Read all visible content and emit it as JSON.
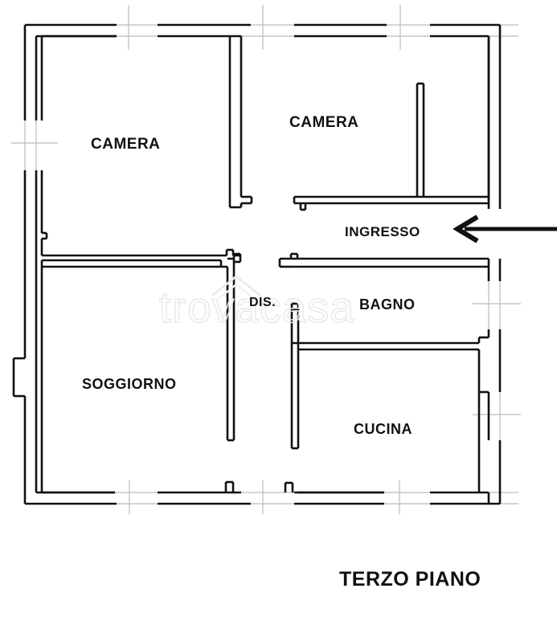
{
  "document": {
    "type": "floor-plan",
    "title": "TERZO PIANO",
    "language": "it"
  },
  "watermark": {
    "text": "trovacasa",
    "color": "#e9e9e9",
    "icon": "house-outline-icon"
  },
  "colors": {
    "wall": "#111111",
    "background": "#ffffff",
    "axis_line": "#b5b5b5",
    "label_text": "#111111",
    "watermark": "#e9e9e9"
  },
  "rooms": [
    {
      "id": "camera-left",
      "label": "CAMERA",
      "position": "top-left"
    },
    {
      "id": "camera-right",
      "label": "CAMERA",
      "position": "top-right"
    },
    {
      "id": "ingresso",
      "label": "INGRESSO",
      "position": "center-right"
    },
    {
      "id": "disimpegno",
      "label": "DIS.",
      "position": "center"
    },
    {
      "id": "bagno",
      "label": "BAGNO",
      "position": "middle-right"
    },
    {
      "id": "soggiorno",
      "label": "SOGGIORNO",
      "position": "bottom-left"
    },
    {
      "id": "cucina",
      "label": "CUCINA",
      "position": "bottom-right"
    }
  ],
  "annotations": {
    "entrance_arrow": {
      "name": "entrance-direction-arrow",
      "direction": "left",
      "points_to": "INGRESSO"
    }
  },
  "footer": {
    "floor_label": "TERZO PIANO"
  }
}
